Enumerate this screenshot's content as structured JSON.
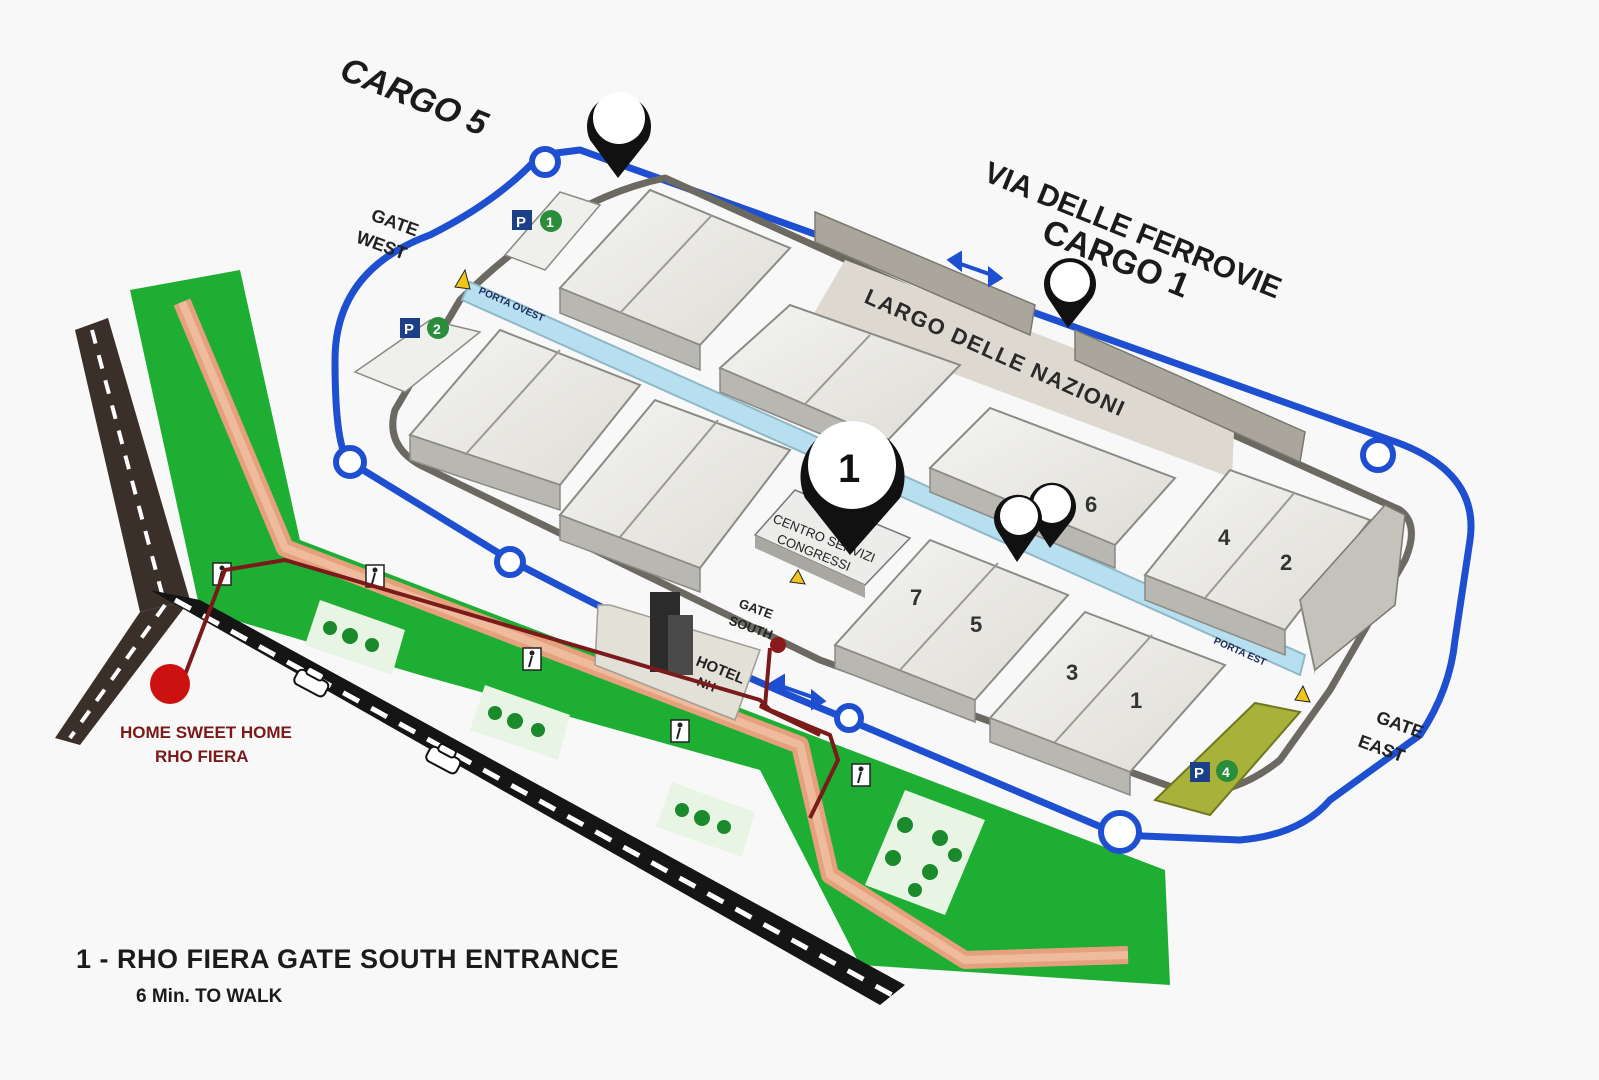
{
  "labels": {
    "cargo5": "CARGO 5",
    "via_delle_ferrovie": "VIA DELLE FERROVIE",
    "cargo1": "CARGO 1",
    "gate_west_1": "GATE",
    "gate_west_2": "WEST",
    "gate_east_1": "GATE",
    "gate_east_2": "EAST",
    "gate_south_1": "GATE",
    "gate_south_2": "SOUTH",
    "largo_delle_nazioni": "LARGO DELLE NAZIONI",
    "porta_ovest": "PORTA OVEST",
    "porta_est": "PORTA EST",
    "centro_servizi": "CENTRO SERVIZI",
    "congressi": "CONGRESSI",
    "hotel": "HOTEL",
    "nh": "NH",
    "home_1": "HOME SWEET HOME",
    "home_2": "RHO FIERA"
  },
  "parking": [
    {
      "letter": "P",
      "number": "1"
    },
    {
      "letter": "P",
      "number": "2"
    },
    {
      "letter": "P",
      "number": "4"
    }
  ],
  "pavilions": [
    "1",
    "2",
    "3",
    "4",
    "5",
    "6",
    "7"
  ],
  "marker_main": "1",
  "caption": {
    "line1": "1 -  RHO FIERA GATE SOUTH ENTRANCE",
    "line2": "6 Min. TO WALK"
  },
  "colors": {
    "ring_road": "#1f4fd1",
    "green_area": "#1fae34",
    "walk_route": "#7a1a1a",
    "path": "#e7a07d",
    "home_dot": "#cc1111",
    "parking_blue": "#1c3f8a",
    "parking_green": "#2a8d3a"
  },
  "icons": [
    "map-pin-icon",
    "pedestrian-icon",
    "car-icon",
    "tree-icon"
  ]
}
